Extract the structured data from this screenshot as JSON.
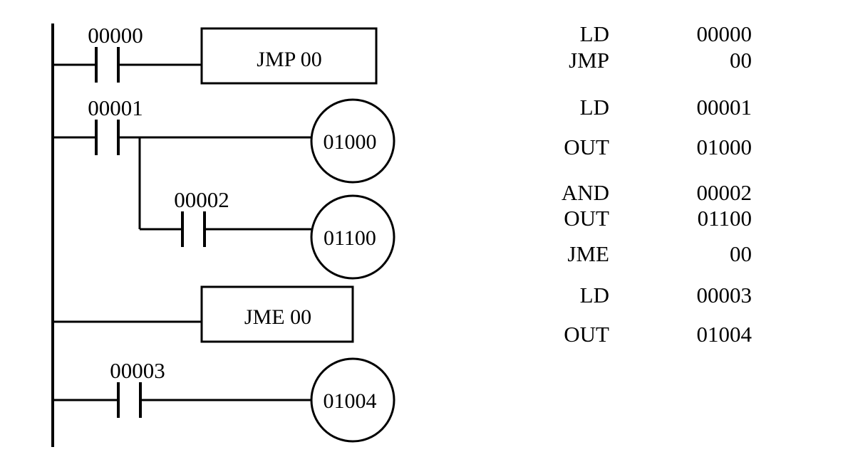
{
  "diagram": {
    "type": "plc-ladder-logic",
    "title": "",
    "rungs": [
      {
        "id": "rung-1",
        "contacts": [
          {
            "label": "00000",
            "type": "normally-open"
          }
        ],
        "output": {
          "kind": "block",
          "label": "JMP 00"
        }
      },
      {
        "id": "rung-2",
        "contacts": [
          {
            "label": "00001",
            "type": "normally-open"
          }
        ],
        "output": {
          "kind": "coil",
          "label": "01000"
        }
      },
      {
        "id": "rung-2-branch",
        "contacts": [
          {
            "label": "00002",
            "type": "normally-open"
          }
        ],
        "output": {
          "kind": "coil",
          "label": "01100"
        }
      },
      {
        "id": "rung-3",
        "contacts": [],
        "output": {
          "kind": "block",
          "label": "JME 00"
        }
      },
      {
        "id": "rung-4",
        "contacts": [
          {
            "label": "00003",
            "type": "normally-open"
          }
        ],
        "output": {
          "kind": "coil",
          "label": "01004"
        }
      }
    ],
    "labels": {
      "contact_00000": "00000",
      "contact_00001": "00001",
      "contact_00002": "00002",
      "contact_00003": "00003",
      "block_jmp": "JMP 00",
      "block_jme": "JME 00",
      "coil_01000": "01000",
      "coil_01100": "01100",
      "coil_01004": "01004"
    }
  },
  "code_listing": {
    "rows": [
      {
        "instruction": "LD",
        "operand": "00000"
      },
      {
        "instruction": "JMP",
        "operand": "00"
      },
      {
        "instruction": "LD",
        "operand": "00001"
      },
      {
        "instruction": "OUT",
        "operand": "01000"
      },
      {
        "instruction": "AND",
        "operand": "00002"
      },
      {
        "instruction": "OUT",
        "operand": "01100"
      },
      {
        "instruction": "JME",
        "operand": "00"
      },
      {
        "instruction": "LD",
        "operand": "00003"
      },
      {
        "instruction": "OUT",
        "operand": "01004"
      }
    ]
  },
  "colors": {
    "background": "#ffffff",
    "ink": "#000000"
  }
}
